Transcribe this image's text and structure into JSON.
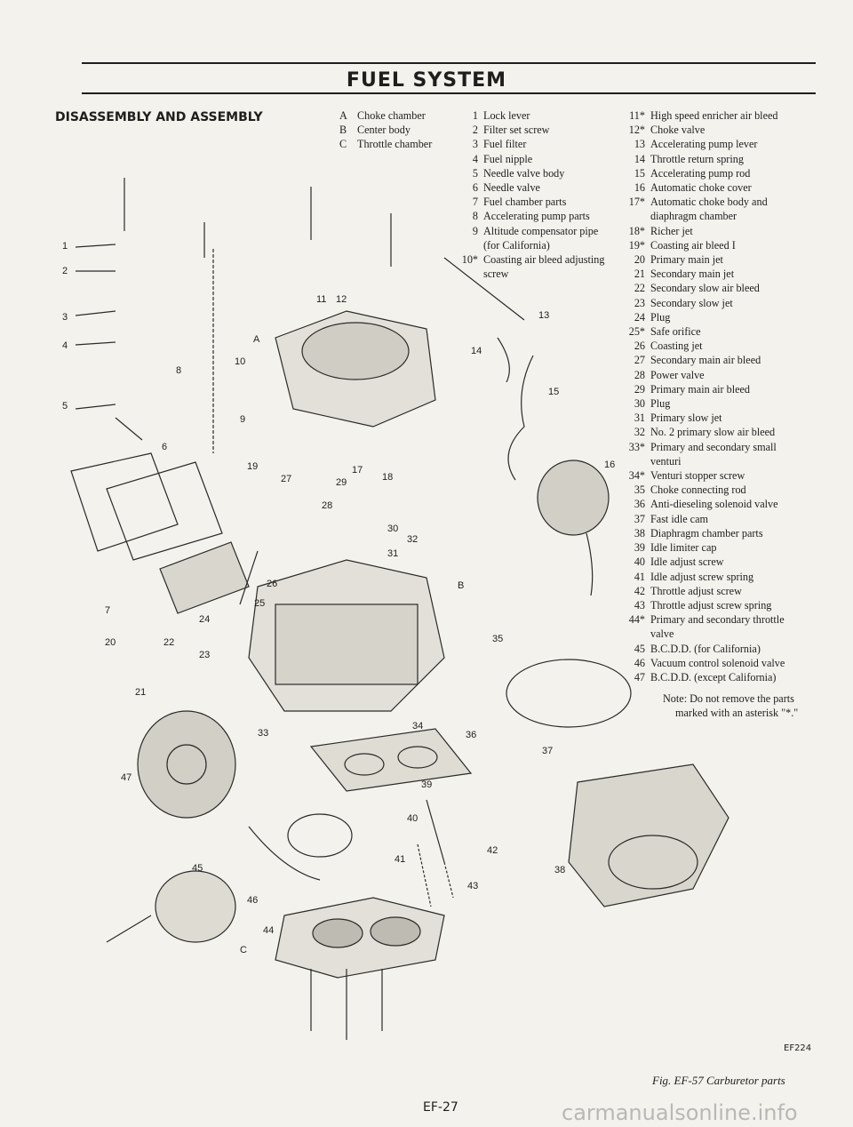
{
  "header": {
    "title": "FUEL SYSTEM",
    "section": "DISASSEMBLY AND ASSEMBLY"
  },
  "groups": [
    {
      "key": "A",
      "text": "Choke chamber"
    },
    {
      "key": "B",
      "text": "Center body"
    },
    {
      "key": "C",
      "text": "Throttle chamber"
    }
  ],
  "parts_col1": [
    {
      "num": "1",
      "text": "Lock lever"
    },
    {
      "num": "2",
      "text": "Filter set screw"
    },
    {
      "num": "3",
      "text": "Fuel filter"
    },
    {
      "num": "4",
      "text": "Fuel nipple"
    },
    {
      "num": "5",
      "text": "Needle valve body"
    },
    {
      "num": "6",
      "text": "Needle valve"
    },
    {
      "num": "7",
      "text": "Fuel chamber parts"
    },
    {
      "num": "8",
      "text": "Accelerating pump parts"
    },
    {
      "num": "9",
      "text": "Altitude compensator pipe"
    },
    {
      "num": "",
      "text": "(for California)"
    },
    {
      "num": "10*",
      "text": "Coasting air bleed adjusting"
    },
    {
      "num": "",
      "text": "screw"
    }
  ],
  "parts_col2": [
    {
      "num": "11*",
      "text": "High speed enricher air bleed"
    },
    {
      "num": "12*",
      "text": "Choke valve"
    },
    {
      "num": "13",
      "text": "Accelerating pump lever"
    },
    {
      "num": "14",
      "text": "Throttle return spring"
    },
    {
      "num": "15",
      "text": "Accelerating pump rod"
    },
    {
      "num": "16",
      "text": "Automatic choke cover"
    },
    {
      "num": "17*",
      "text": "Automatic choke body and"
    },
    {
      "num": "",
      "text": "diaphragm chamber"
    },
    {
      "num": "18*",
      "text": "Richer jet"
    },
    {
      "num": "19*",
      "text": "Coasting air bleed I"
    },
    {
      "num": "20",
      "text": "Primary main jet"
    },
    {
      "num": "21",
      "text": "Secondary main jet"
    },
    {
      "num": "22",
      "text": "Secondary slow air bleed"
    },
    {
      "num": "23",
      "text": "Secondary slow jet"
    },
    {
      "num": "24",
      "text": "Plug"
    },
    {
      "num": "25*",
      "text": "Safe orifice"
    },
    {
      "num": "26",
      "text": "Coasting jet"
    },
    {
      "num": "27",
      "text": "Secondary main air bleed"
    },
    {
      "num": "28",
      "text": "Power valve"
    },
    {
      "num": "29",
      "text": "Primary main air bleed"
    },
    {
      "num": "30",
      "text": "Plug"
    },
    {
      "num": "31",
      "text": "Primary slow jet"
    },
    {
      "num": "32",
      "text": "No. 2 primary slow air bleed"
    },
    {
      "num": "33*",
      "text": "Primary and secondary small"
    },
    {
      "num": "",
      "text": "venturi"
    },
    {
      "num": "34*",
      "text": "Venturi stopper screw"
    },
    {
      "num": "35",
      "text": "Choke connecting rod"
    },
    {
      "num": "36",
      "text": "Anti-dieseling solenoid valve"
    },
    {
      "num": "37",
      "text": "Fast idle cam"
    },
    {
      "num": "38",
      "text": "Diaphragm chamber parts"
    },
    {
      "num": "39",
      "text": "Idle limiter cap"
    },
    {
      "num": "40",
      "text": "Idle adjust screw"
    },
    {
      "num": "41",
      "text": "Idle adjust screw spring"
    },
    {
      "num": "42",
      "text": "Throttle adjust screw"
    },
    {
      "num": "43",
      "text": "Throttle adjust screw spring"
    },
    {
      "num": "44*",
      "text": "Primary and secondary throttle"
    },
    {
      "num": "",
      "text": "valve"
    },
    {
      "num": "45",
      "text": "B.C.D.D. (for California)"
    },
    {
      "num": "46",
      "text": "Vacuum control solenoid valve"
    },
    {
      "num": "47",
      "text": "B.C.D.D. (except California)"
    }
  ],
  "note": {
    "line1": "Note: Do not remove the parts",
    "line2": "marked with an asterisk \"*.\""
  },
  "diagram": {
    "group_labels": [
      "A",
      "B",
      "C"
    ],
    "callouts": [
      "1",
      "2",
      "3",
      "4",
      "5",
      "6",
      "7",
      "8",
      "9",
      "10",
      "11",
      "12",
      "13",
      "14",
      "15",
      "16",
      "17",
      "18",
      "19",
      "20",
      "21",
      "22",
      "23",
      "24",
      "25",
      "26",
      "27",
      "28",
      "29",
      "30",
      "31",
      "32",
      "33",
      "34",
      "35",
      "36",
      "37",
      "38",
      "39",
      "40",
      "41",
      "42",
      "43",
      "44",
      "45",
      "46",
      "47"
    ]
  },
  "figure": {
    "code": "EF224",
    "caption": "Fig. EF-57 Carburetor parts"
  },
  "page": {
    "number": "EF-27"
  },
  "watermark": "carmanualsonline.info"
}
